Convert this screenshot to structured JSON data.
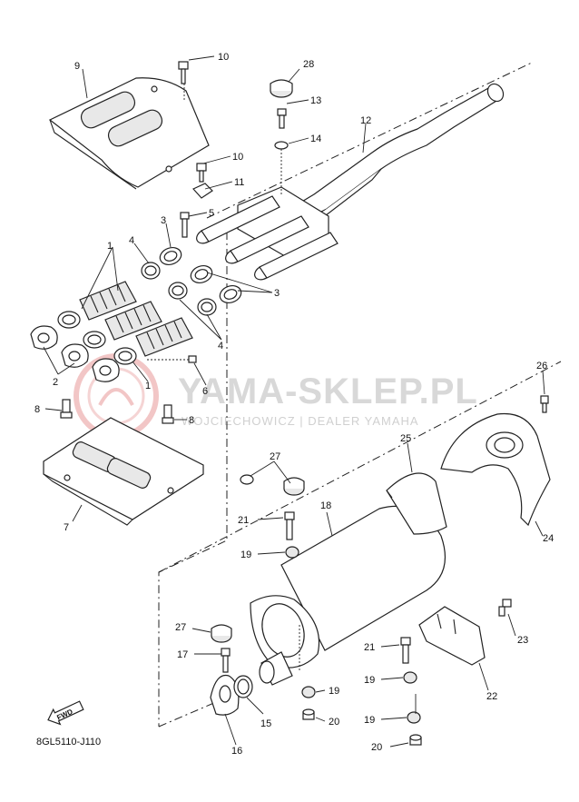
{
  "diagram": {
    "figure_code": "8GL5110-J110",
    "fwd_label": "FWD",
    "watermark": {
      "main": "YAMA-SKLEP.PL",
      "sub": "WOJCIECHOWICZ | DEALER YAMAHA"
    },
    "callouts": {
      "c1a": "1",
      "c1b": "1",
      "c2": "2",
      "c3a": "3",
      "c3b": "3",
      "c4a": "4",
      "c4b": "4",
      "c5": "5",
      "c6": "6",
      "c7": "7",
      "c8a": "8",
      "c8b": "8",
      "c9": "9",
      "c10a": "10",
      "c10b": "10",
      "c11": "11",
      "c12": "12",
      "c13": "13",
      "c14": "14",
      "c15": "15",
      "c16": "16",
      "c17": "17",
      "c18": "18",
      "c19a": "19",
      "c19b": "19",
      "c19c": "19",
      "c19d": "19",
      "c20a": "20",
      "c20b": "20",
      "c21a": "21",
      "c21b": "21",
      "c22": "22",
      "c23": "23",
      "c24": "24",
      "c25": "25",
      "c26": "26",
      "c27a": "27",
      "c27b": "27",
      "c28": "28"
    }
  }
}
